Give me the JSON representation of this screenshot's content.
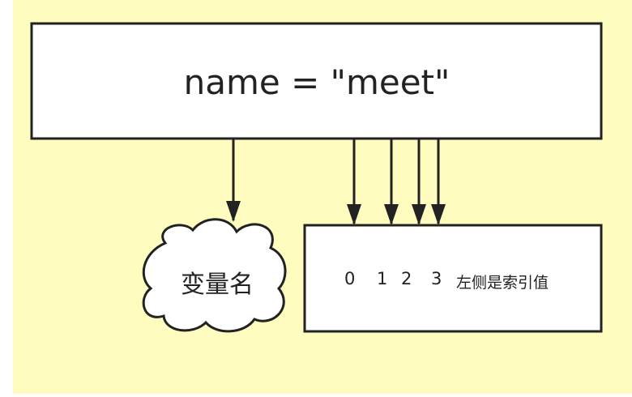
{
  "diagram": {
    "code_text": "name = \"meet\"",
    "cloud_label": "变量名",
    "indices": [
      "0",
      "1",
      "2",
      "3"
    ],
    "index_note": "左侧是索引值"
  },
  "colors": {
    "background": "#fefdbf",
    "box_fill": "#ffffff",
    "stroke": "#222222"
  }
}
